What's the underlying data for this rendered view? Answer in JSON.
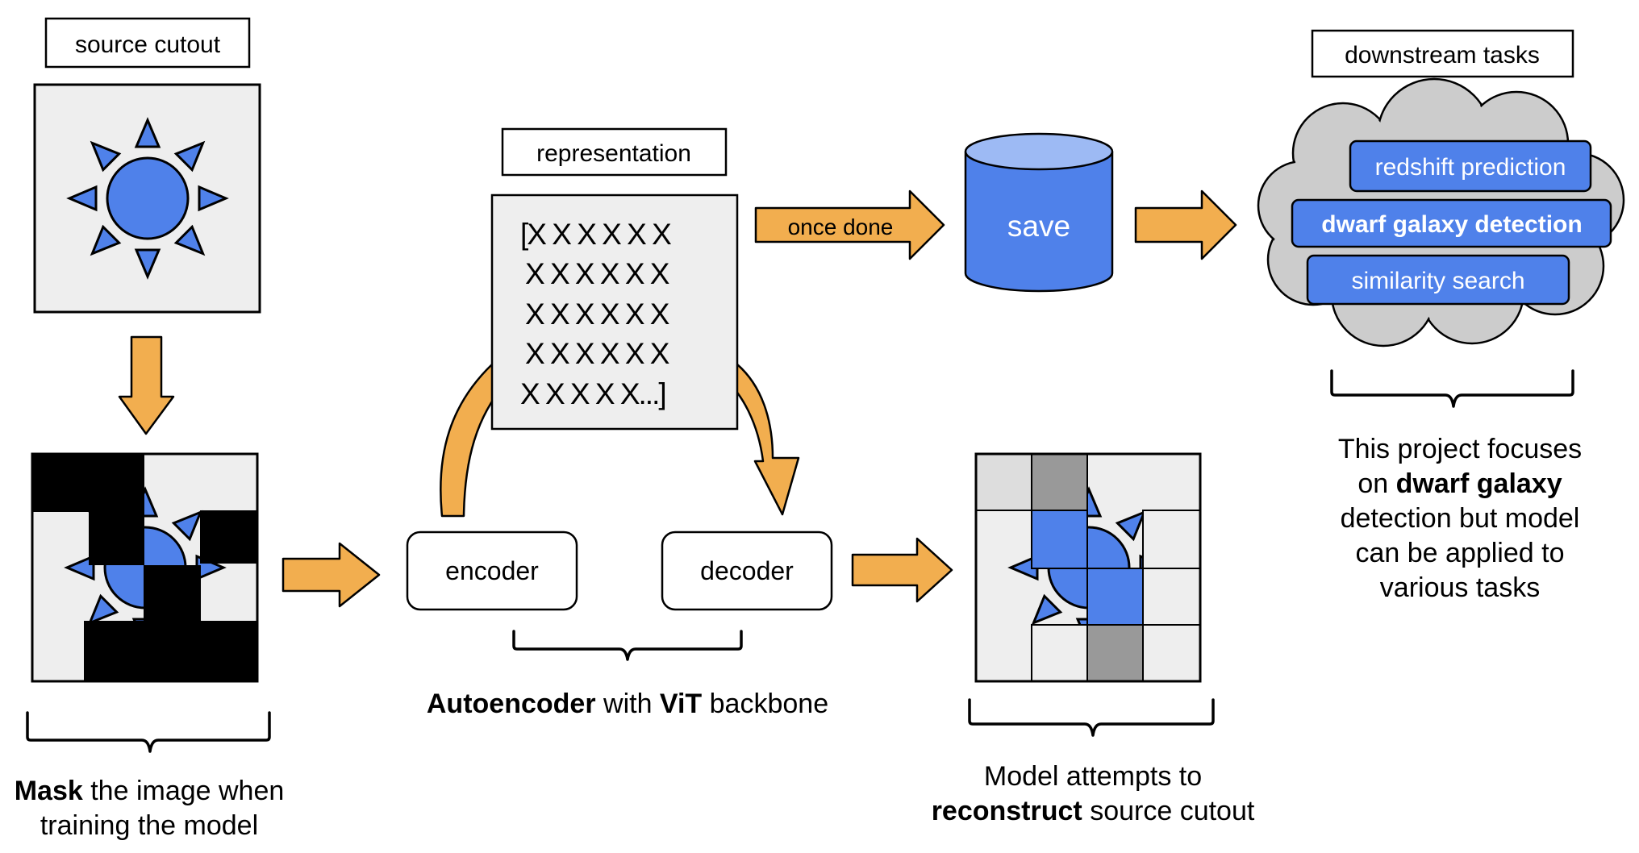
{
  "labels": {
    "source_cutout": "source cutout",
    "representation": "representation",
    "downstream_tasks": "downstream tasks",
    "encoder": "encoder",
    "decoder": "decoder",
    "once_done": "once done",
    "save": "save"
  },
  "representation_matrix": {
    "lines": [
      "[X X X X X X",
      "X X X X X X",
      "X X X X X X",
      "X X X X X X",
      "X X X X X...]"
    ]
  },
  "tasks": [
    "redshift prediction",
    "dwarf galaxy detection",
    "similarity search"
  ],
  "captions": {
    "mask": {
      "bold": "Mask",
      "rest_line1": " the image when",
      "line2": "training the model"
    },
    "autoencoder": {
      "bold1": "Autoencoder",
      "mid": " with ",
      "bold2": "ViT",
      "rest": " backbone"
    },
    "reconstruct": {
      "line1": "Model attempts to",
      "bold": "reconstruct",
      "rest_line2": " source cutout"
    },
    "project": {
      "line1": "This project focuses",
      "pre": "on ",
      "bold": "dwarf galaxy",
      "line3": "detection but model",
      "line4": "can be applied to",
      "line5": "various tasks"
    }
  },
  "colors": {
    "accent_blue": "#4f81ea",
    "arrow_orange": "#f2ae4f",
    "panel_gray": "#eeeeee",
    "mask_black": "#000000",
    "patch_dark_gray": "#999999",
    "cloud_gray": "#cccccc",
    "cylinder_top": "#9dbaf4"
  },
  "icons": [
    "sun-icon",
    "database-cylinder-icon",
    "cloud-icon",
    "orange-arrow-icon",
    "curved-arrow-icon",
    "curly-brace-icon"
  ]
}
